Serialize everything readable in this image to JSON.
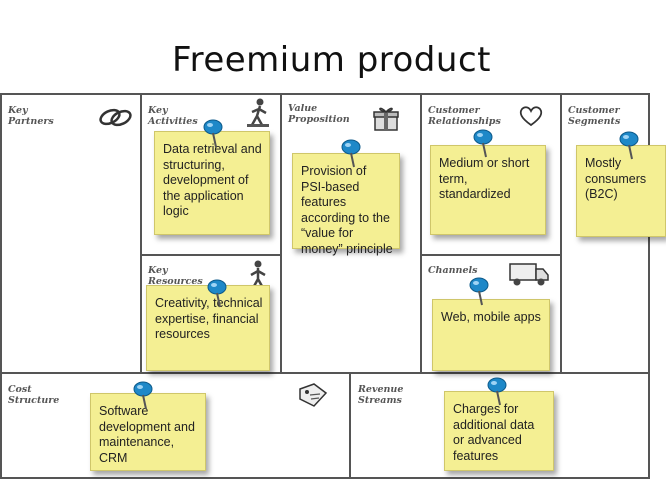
{
  "title": "Freemium product",
  "sections": {
    "key_partners": "Key\nPartners",
    "key_activities": "Key\nActivities",
    "value_proposition": "Value\nProposition",
    "customer_relationships": "Customer\nRelationships",
    "customer_segments": "Customer\nSegments",
    "key_resources": "Key\nResources",
    "channels": "Channels",
    "cost_structure": "Cost\nStructure",
    "revenue_streams": "Revenue\nStreams"
  },
  "notes": {
    "key_activities": "Data retrieval and structuring, development of the application logic",
    "value_proposition": "Provision of PSI-based features according to the “value for money” principle",
    "customer_relationships": "Medium or short term, standardized",
    "customer_segments": "Mostly consumers (B2C)",
    "key_resources": "Creativity, technical expertise, financial resources",
    "channels": "Web, mobile apps",
    "cost_structure": "Software development and maintenance, CRM",
    "revenue_streams": "Charges for additional data or advanced features"
  },
  "icons": {
    "key_partners": "chain-link-icon",
    "key_activities": "worker-icon",
    "value_proposition": "gift-icon",
    "customer_relationships": "heart-icon",
    "key_resources": "factory-worker-icon",
    "channels": "truck-icon",
    "cost_structure": "price-tag-icon",
    "pin": "push-pin-icon"
  },
  "colors": {
    "note": "#f4ef93",
    "pin": "#1e88c8",
    "border": "#555555"
  }
}
